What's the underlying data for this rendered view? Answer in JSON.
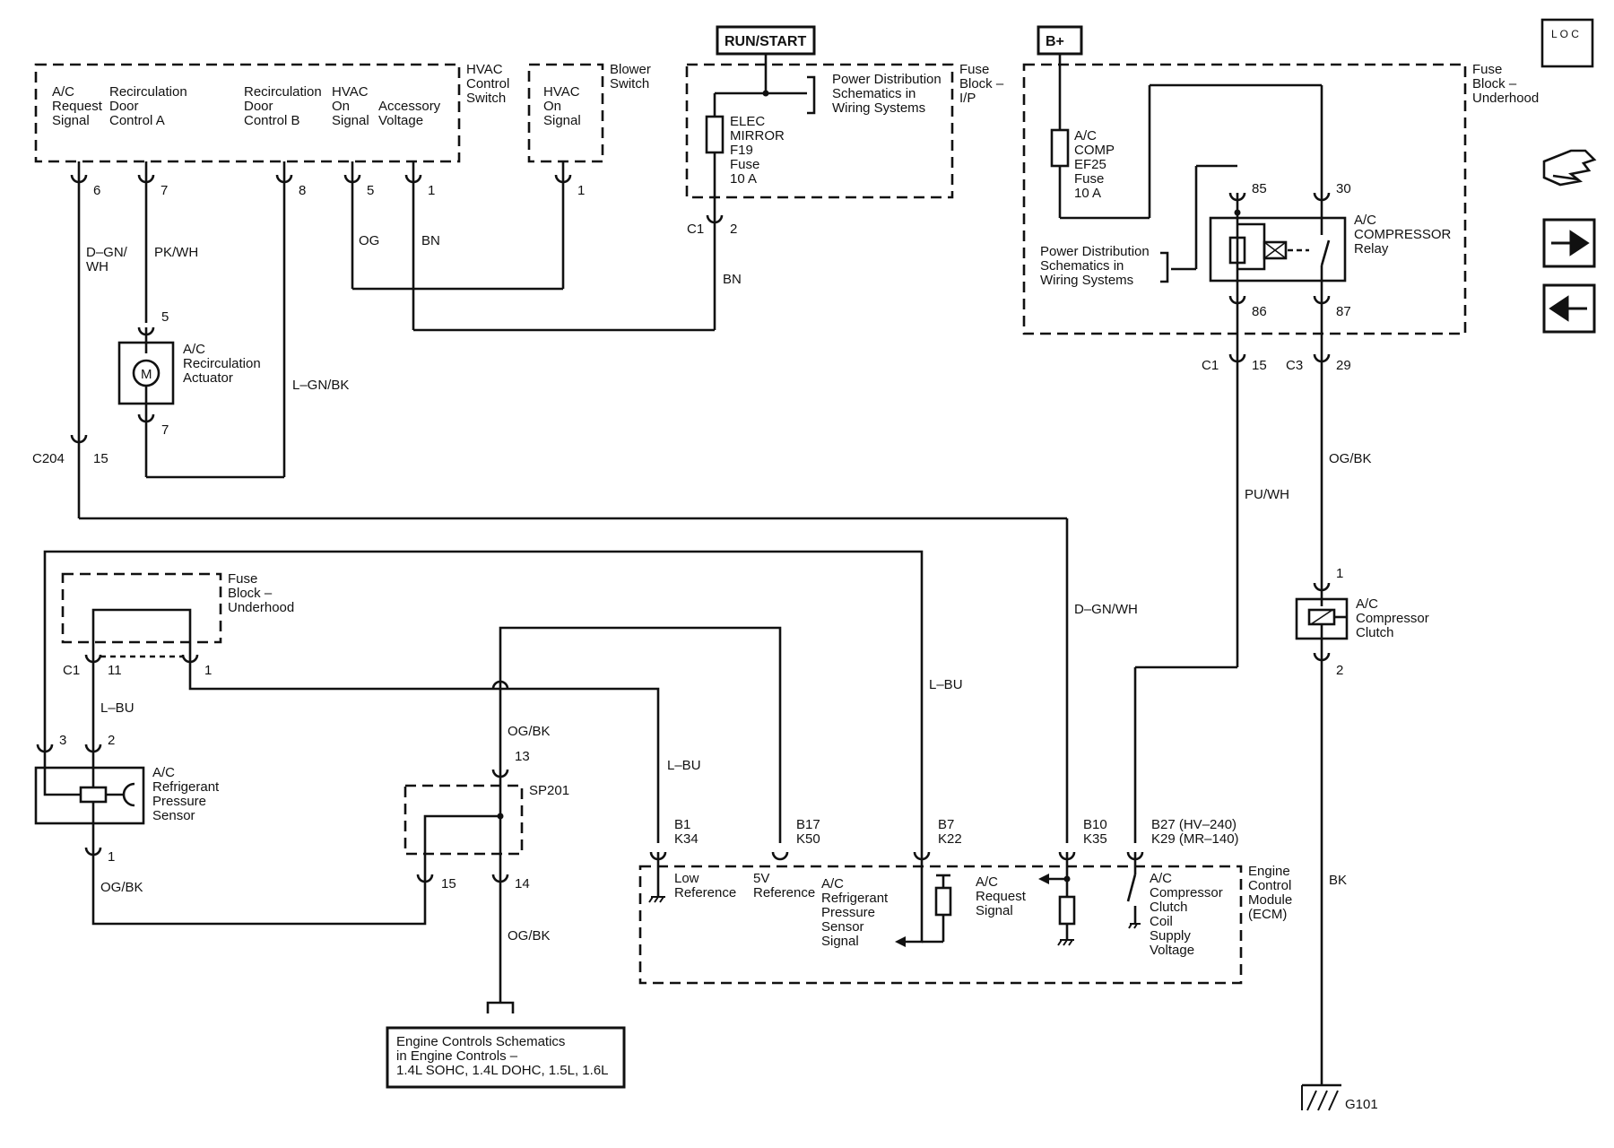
{
  "loc_icon": "L O C",
  "power_rails": {
    "run_start": "RUN/START",
    "b_plus": "B+"
  },
  "hvac_switch": {
    "title": [
      "HVAC",
      "Control",
      "Switch"
    ],
    "pins": [
      {
        "label": [
          "A/C",
          "Request",
          "Signal"
        ],
        "num": "6"
      },
      {
        "label": [
          "Recirculation",
          "Door",
          "Control A"
        ],
        "num": "7"
      },
      {
        "label": [
          "Recirculation",
          "Door",
          "Control B"
        ],
        "num": "8"
      },
      {
        "label": [
          "HVAC",
          "On",
          "Signal"
        ],
        "num": "5"
      },
      {
        "label": [
          "Accessory",
          "Voltage"
        ],
        "num": "1"
      }
    ]
  },
  "blower_switch": {
    "title": [
      "Blower",
      "Switch"
    ],
    "pin_label": [
      "HVAC",
      "On",
      "Signal"
    ],
    "num": "1"
  },
  "fuse_ip": {
    "title": [
      "Fuse",
      "Block –",
      "I/P"
    ],
    "power_dist": [
      "Power Distribution",
      "Schematics in",
      "Wiring Systems"
    ],
    "fuse": [
      "ELEC",
      "MIRROR",
      "F19",
      "Fuse",
      "10 A"
    ],
    "connector": "C1",
    "pin": "2"
  },
  "fuse_uh": {
    "title": [
      "Fuse",
      "Block –",
      "Underhood"
    ],
    "fuse": [
      "A/C",
      "COMP",
      "EF25",
      "Fuse",
      "10 A"
    ],
    "relay": [
      "A/C",
      "COMPRESSOR",
      "Relay"
    ],
    "power_dist": [
      "Power Distribution",
      "Schematics in",
      "Wiring Systems"
    ],
    "pins": {
      "p85": "85",
      "p30": "30",
      "p86": "86",
      "p87": "87"
    },
    "conn_c1": "C1",
    "pin15": "15",
    "conn_c3": "C3",
    "pin29": "29"
  },
  "wires": {
    "dgnwh_top": [
      "D–GN/",
      "WH"
    ],
    "pkwh": "PK/WH",
    "og": "OG",
    "bn1": "BN",
    "bn2": "BN",
    "lgnbk": "L–GN/BK",
    "pu_wh": "PU/WH",
    "og_bk_relay": "OG/BK",
    "dgnwh_long": "D–GN/WH",
    "lbu_right": "L–BU",
    "lbu_mid": "L–BU",
    "lbu_left": "L–BU",
    "ogbk_top": "OG/BK",
    "ogbk_bottom": "OG/BK",
    "ogbk_sensor": "OG/BK",
    "bk": "BK"
  },
  "actuator": {
    "label": [
      "A/C",
      "Recirculation",
      "Actuator"
    ],
    "motor": "M",
    "pin_top": "5",
    "pin_bot": "7"
  },
  "c204": {
    "connector": "C204",
    "pin": "15"
  },
  "fuse_uh2": {
    "title": [
      "Fuse",
      "Block –",
      "Underhood"
    ],
    "conn": "C1",
    "pin11": "11",
    "pin1": "1"
  },
  "sensor": {
    "label": [
      "A/C",
      "Refrigerant",
      "Pressure",
      "Sensor"
    ],
    "p3": "3",
    "p2": "2",
    "p1": "1"
  },
  "splice": {
    "name": "SP201",
    "p13": "13",
    "p15": "15",
    "p14": "14"
  },
  "engine_ref": [
    "Engine Controls Schematics",
    "in Engine Controls –",
    "1.4L SOHC, 1.4L DOHC, 1.5L, 1.6L"
  ],
  "clutch": {
    "label": [
      "A/C",
      "Compressor",
      "Clutch"
    ],
    "p1": "1",
    "p2": "2"
  },
  "ground": "G101",
  "ecm": {
    "title": [
      "Engine",
      "Control",
      "Module",
      "(ECM)"
    ],
    "pins": [
      {
        "id": [
          "B1",
          "K34"
        ],
        "label": [
          "Low",
          "Reference"
        ]
      },
      {
        "id": [
          "B17",
          "K50"
        ],
        "label": [
          "5V",
          "Reference"
        ]
      },
      {
        "id": [
          "B7",
          "K22"
        ],
        "label": [
          "A/C",
          "Refrigerant",
          "Pressure",
          "Sensor",
          "Signal"
        ]
      },
      {
        "id": [
          "B10",
          "K35"
        ],
        "label": [
          "A/C",
          "Request",
          "Signal"
        ]
      },
      {
        "id": [
          "B27 (HV–240)",
          "K29 (MR–140)"
        ],
        "label": [
          "A/C",
          "Compressor",
          "Clutch",
          "Coil",
          "Supply",
          "Voltage"
        ]
      }
    ]
  },
  "nav": {
    "icons": [
      "hand-pointer-icon",
      "arrow-right-icon",
      "arrow-left-icon"
    ]
  }
}
